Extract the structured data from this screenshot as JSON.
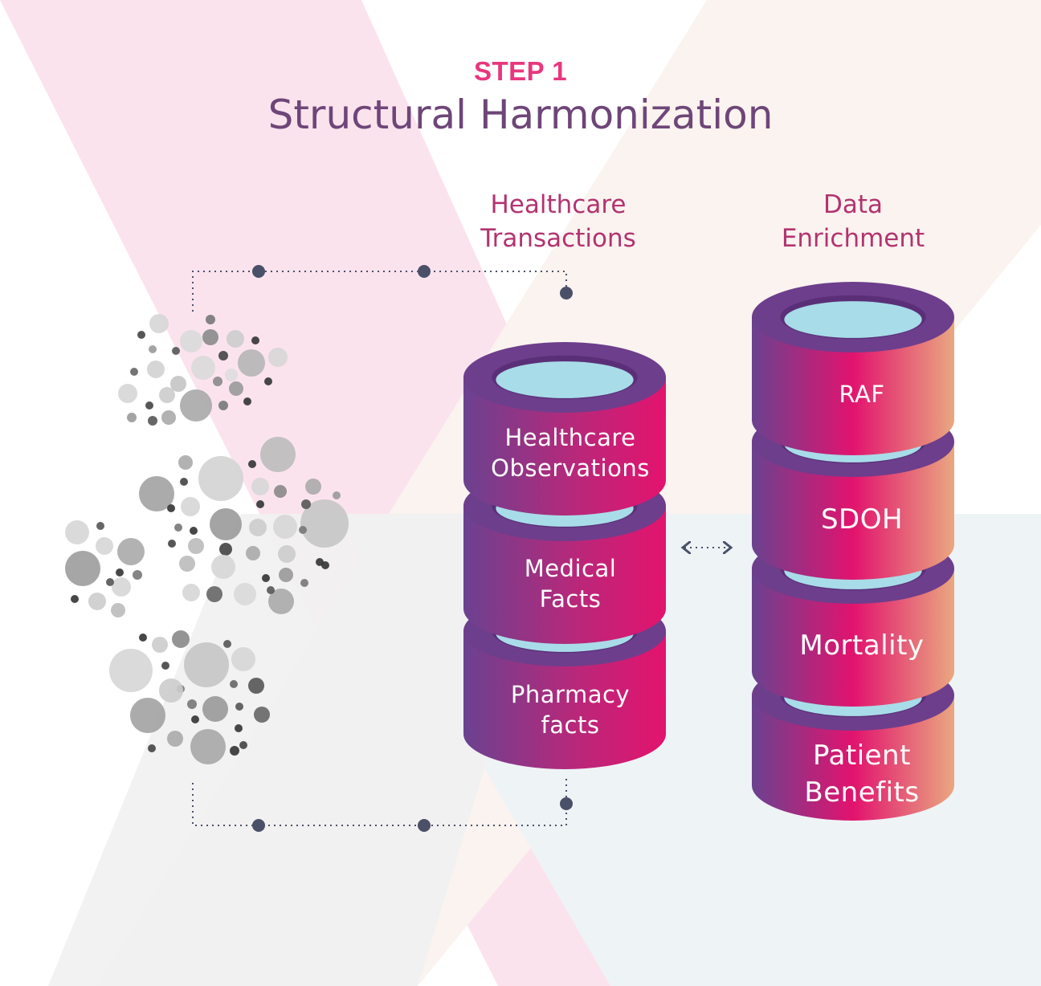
{
  "header": {
    "step": "STEP 1",
    "title": "Structural Harmonization"
  },
  "columns": {
    "transactions": {
      "heading_line1": "Healthcare",
      "heading_line2": "Transactions",
      "cylinders": [
        {
          "line1": "Healthcare",
          "line2": "Observations"
        },
        {
          "line1": "Medical",
          "line2": "Facts"
        },
        {
          "line1": "Pharmacy",
          "line2": "facts"
        }
      ]
    },
    "enrichment": {
      "heading_line1": "Data",
      "heading_line2": "Enrichment",
      "cylinders": [
        {
          "line1": "RAF"
        },
        {
          "line1": "SDOH"
        },
        {
          "line1": "Mortality"
        },
        {
          "line1": "Patient",
          "line2": "Benefits"
        }
      ]
    }
  },
  "colors": {
    "pink_accent": "#e8377d",
    "title_purple": "#6e4678",
    "heading_magenta": "#b3336f",
    "cylinder_purple": "#6d3e8c",
    "cylinder_magenta": "#e2136e",
    "cylinder_orange": "#e9a67f",
    "cylinder_inner": "#a8dce8",
    "connector": "#4a5068"
  }
}
